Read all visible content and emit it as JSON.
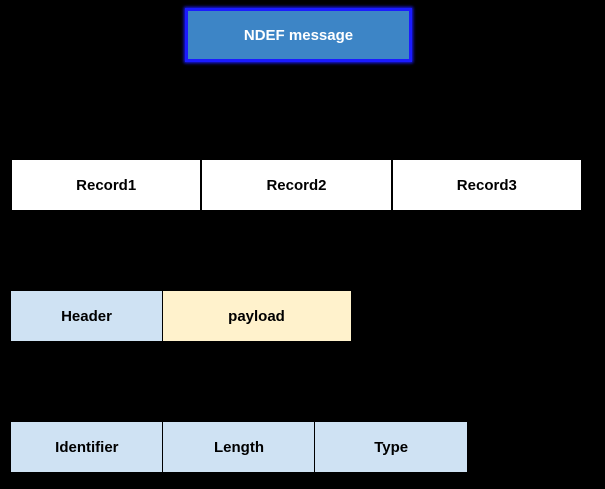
{
  "colors": {
    "canvas_bg": "#000000",
    "ndef_fill": "#3d85c6",
    "ndef_border": "#1b1bff",
    "record_fill": "#ffffff",
    "lightblue_fill": "#cfe2f3",
    "payload_fill": "#fff2cc",
    "line_color": "#000000"
  },
  "diagram": {
    "ndef_message": {
      "label": "NDEF message"
    },
    "records": {
      "items": [
        {
          "label": "Record1"
        },
        {
          "label": "Record2"
        },
        {
          "label": "Record3"
        }
      ]
    },
    "record_structure": {
      "header": {
        "label": "Header"
      },
      "payload": {
        "label": "payload"
      }
    },
    "header_structure": {
      "items": [
        {
          "label": "Identifier"
        },
        {
          "label": "Length"
        },
        {
          "label": "Type"
        }
      ]
    }
  }
}
